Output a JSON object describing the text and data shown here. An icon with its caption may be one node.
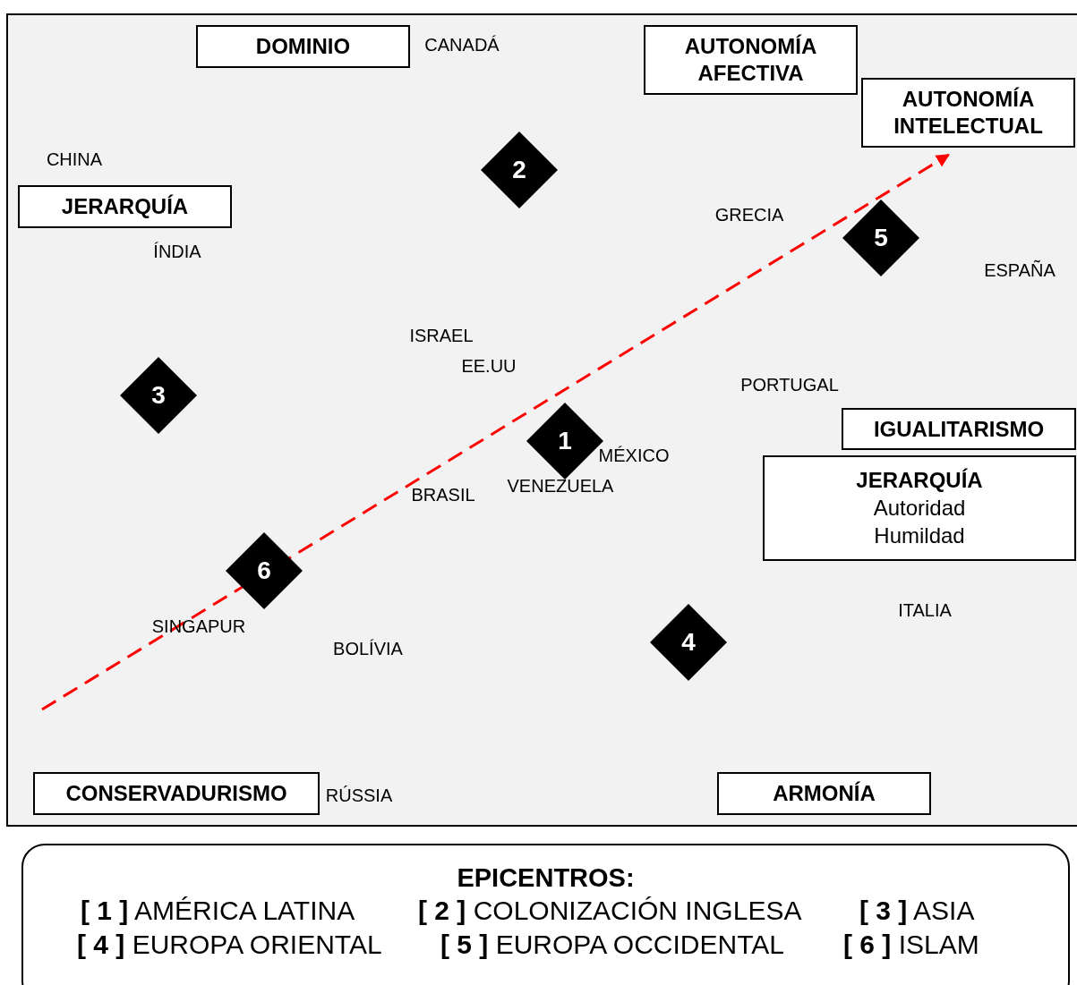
{
  "diagram": {
    "nodes": [
      {
        "text": [
          "DOMINIO"
        ]
      },
      {
        "text": [
          "AUTONOMÍA AFECTIVA"
        ]
      },
      {
        "text": [
          "AUTONOMÍA INTELECTUAL"
        ]
      },
      {
        "text": [
          "JERARQUÍA"
        ]
      },
      {
        "text": [
          "IGUALITARISMO"
        ]
      },
      {
        "text": [
          "JERARQUÍA",
          "Autoridad Humildad"
        ]
      },
      {
        "text": [
          "CONSERVADURISMO"
        ]
      },
      {
        "text": [
          "ARMONÍA"
        ]
      },
      {
        "text": [
          "2"
        ]
      },
      {
        "text": [
          "5"
        ]
      },
      {
        "text": [
          "3"
        ]
      },
      {
        "text": [
          "1"
        ]
      },
      {
        "text": [
          "6"
        ]
      },
      {
        "text": [
          "4"
        ]
      },
      {
        "text": [
          "EPICENTROS:",
          "**[ 1 ]** AMÉRICA LATINA",
          "**[ 2 ]** COLONIZACIÓN INGLESA",
          "**[ 3 ]** ASIA",
          "**[ 4 ]** EUROPA ORIENTAL",
          "**[ 5 ]** EUROPA OCCIDENTAL",
          "**[ 6 ]** ISLAM"
        ]
      }
    ],
    "edges": [
      {
        "from": null,
        "to": 2,
        "arrow": "to",
        "style": "dashed",
        "color": "#ff0000"
      }
    ],
    "labels": [
      "CANADÁ",
      "CHINA",
      "GRECIA",
      "ÍNDIA",
      "ESPAÑA",
      "ISRAEL",
      "EE.UU",
      "PORTUGAL",
      "MÉXICO",
      "VENEZUELA",
      "BRASIL",
      "ITALIA",
      "SINGAPUR",
      "BOLÍVIA",
      "RÚSSIA"
    ]
  }
}
